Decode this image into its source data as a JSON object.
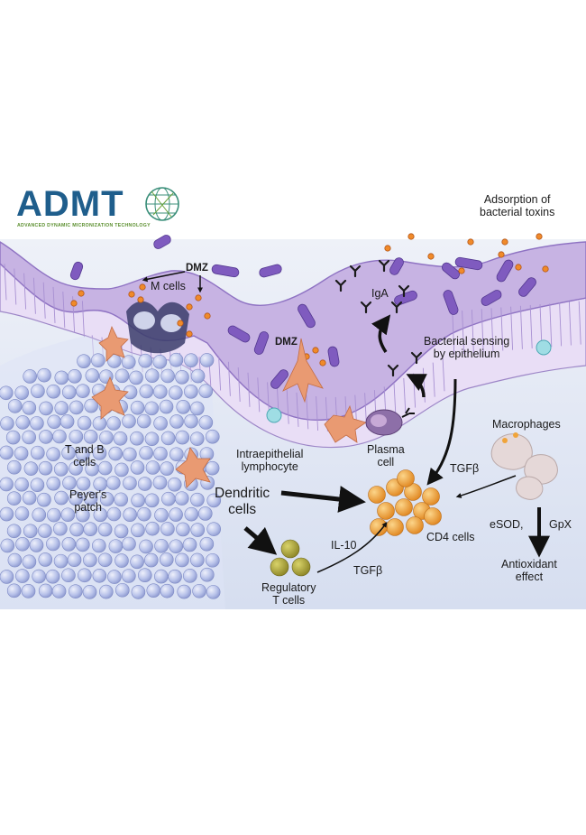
{
  "logo": {
    "text": "ADMT",
    "tagline": "ADVANCED DYNAMIC MICRONIZATION TECHNOLOGY",
    "colors": {
      "primary": "#1f5e8c",
      "accent": "#6aa23a"
    }
  },
  "labels": {
    "adsorption": [
      "Adsorption of",
      "bacterial toxins"
    ],
    "dmz_top": "DMZ",
    "m_cells": "M cells",
    "iga": "IgA",
    "dmz_mid": "DMZ",
    "bacterial_sensing": [
      "Bacterial sensing",
      "by epithelium"
    ],
    "t_and_b": [
      "T and B",
      "cells"
    ],
    "peyers": [
      "Peyer's",
      "patch"
    ],
    "intraepithelial": [
      "Intraepithelial",
      "lymphocyte"
    ],
    "plasma": [
      "Plasma",
      "cell"
    ],
    "macrophages": "Macrophages",
    "tgfb_right": "TGFβ",
    "dendritic": [
      "Dendritic",
      "cells"
    ],
    "cd4": "CD4 cells",
    "esod": "eSOD,",
    "gpx": "GpX",
    "il10": "IL-10",
    "tgfb_bottom": "TGFβ",
    "regulatory": [
      "Regulatory",
      "T cells"
    ],
    "antioxidant": [
      "Antioxidant",
      "effect"
    ]
  },
  "colors": {
    "epithelium": "#c9b6e4",
    "epithelium_dark": "#8e6cc0",
    "bacteria": "#7f5bbf",
    "lumen_bg": "#dde4f3",
    "lymph_cells": "#b8c2ea",
    "dendritic": "#e99a72",
    "cd4": "#f0a43a",
    "treg": "#a8a23a",
    "macrophage": "#dccfcf"
  }
}
